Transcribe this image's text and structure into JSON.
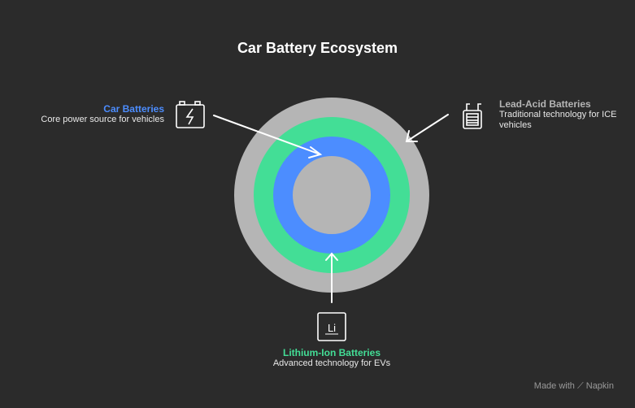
{
  "title": "Car Battery Ecosystem",
  "colors": {
    "background": "#2b2b2b",
    "outer": "#b5b5b5",
    "green": "#43de96",
    "blue": "#4c8dff",
    "inner": "#b5b5b5"
  },
  "items": [
    {
      "title": "Car Batteries",
      "description": "Core power source for vehicles",
      "color": "#4c8dff",
      "icon": "car-battery-icon"
    },
    {
      "title": "Lead-Acid Batteries",
      "description": "Traditional technology for ICE vehicles",
      "color": "#b5b5b5",
      "icon": "lead-acid-battery-icon"
    },
    {
      "title": "Lithium-Ion Batteries",
      "description": "Advanced technology for EVs",
      "color": "#43de96",
      "icon": "lithium-icon"
    }
  ],
  "icon_text": {
    "lithium": "Li"
  },
  "footer": {
    "made_with": "Made with",
    "brand": "Napkin"
  }
}
